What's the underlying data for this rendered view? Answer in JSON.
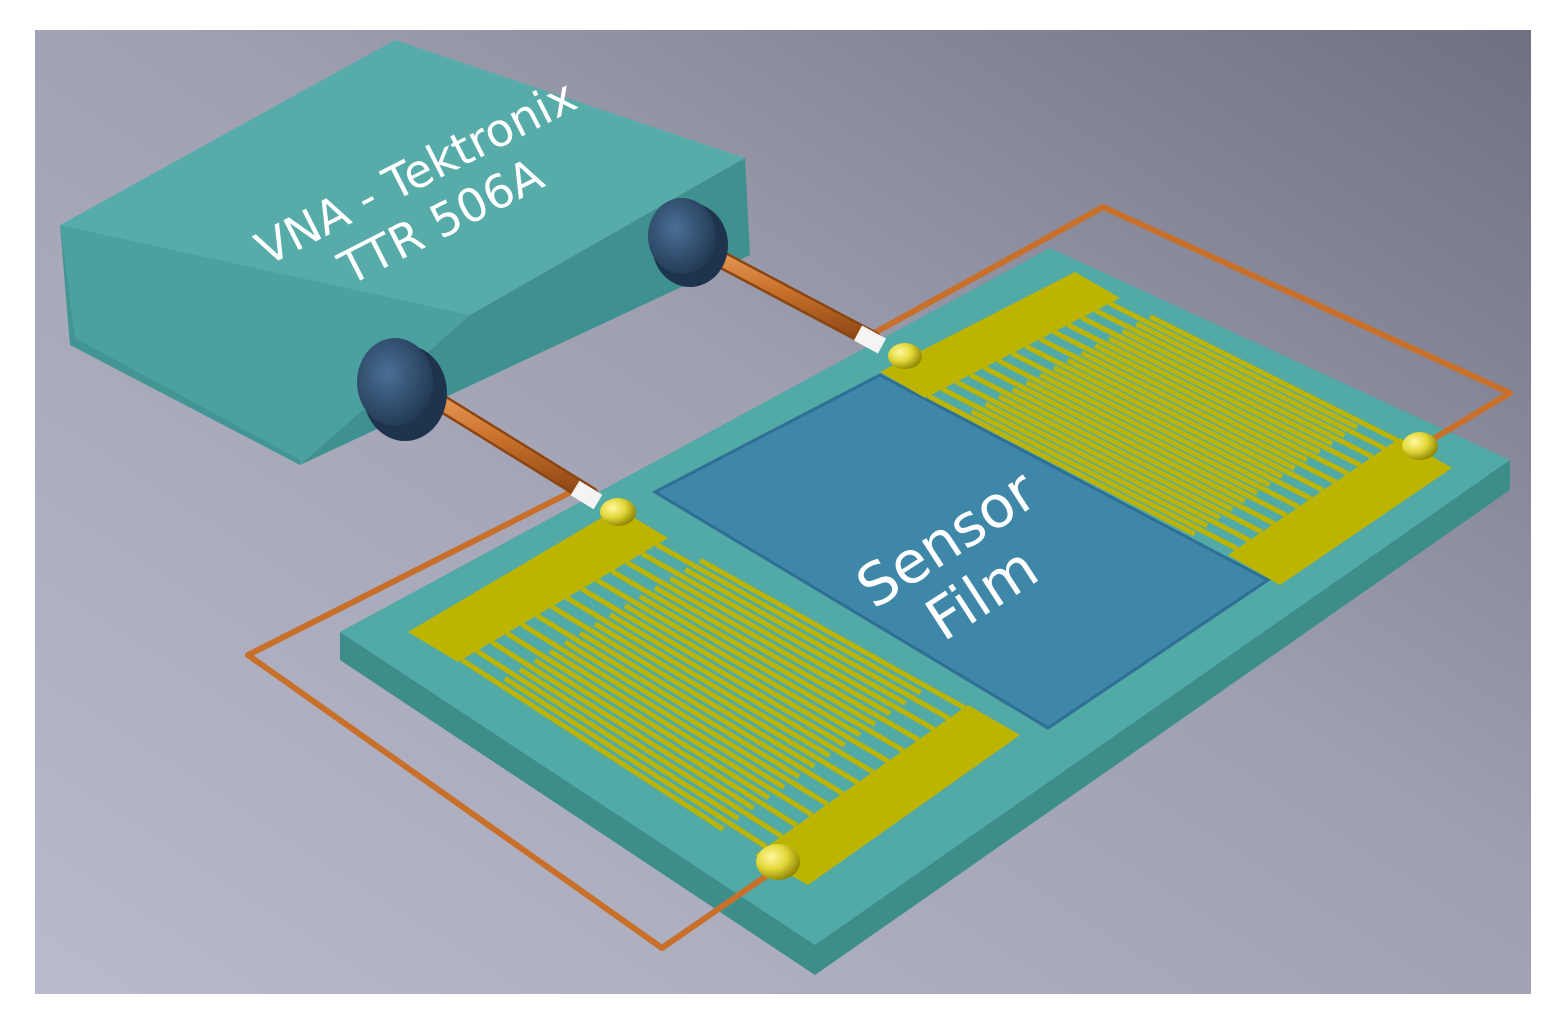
{
  "labels": {
    "vna_line1": "VNA - Tektronix",
    "vna_line2": "TTR 506A",
    "film_line1": "Sensor",
    "film_line2": "Film"
  },
  "colors": {
    "background_light": "#b6b8ca",
    "background_dark": "#6e7080",
    "box_top": "#55aaa8",
    "box_front": "#4aa19f",
    "box_side": "#3f8f8d",
    "substrate_top": "#52aaa7",
    "substrate_edge": "#3d8e8b",
    "sensor_film": "#3f87a8",
    "electrode_gold": "#bdb400",
    "electrode_dark": "#8f8a00",
    "connector": "#2b4a6b",
    "copper": "#c8702a",
    "solder": "#e3d83a"
  },
  "icons": {
    "connector": "coaxial-port-icon",
    "solder_joint": "solder-ball-icon"
  }
}
